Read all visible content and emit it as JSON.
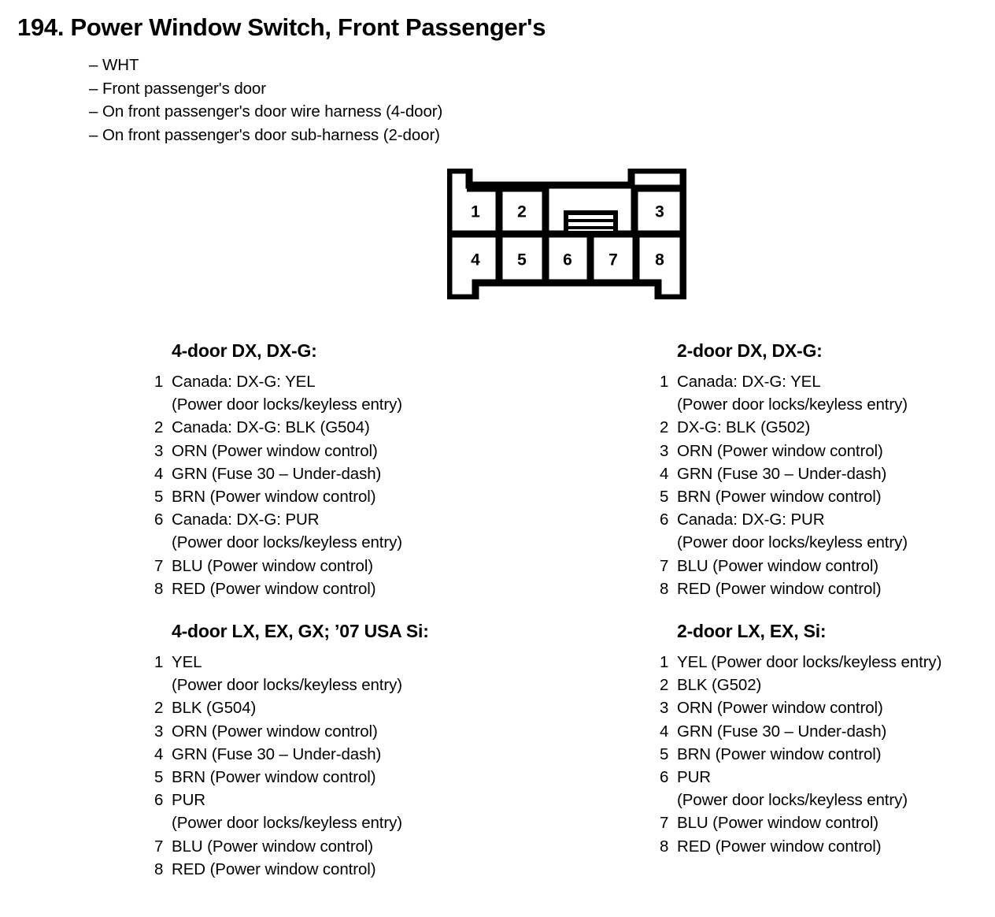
{
  "header": {
    "number": "194.",
    "title": "194. Power Window Switch, Front Passenger's",
    "bullets": [
      "WHT",
      "Front passenger's door",
      "On front passenger's door wire harness (4-door)",
      "On front passenger's door sub-harness (2-door)"
    ],
    "dash": "–"
  },
  "connector": {
    "name": "8-pin connector",
    "top_row": [
      "1",
      "2",
      "3"
    ],
    "bottom_row": [
      "4",
      "5",
      "6",
      "7",
      "8"
    ],
    "latch_label": "center-latch-tab"
  },
  "groups": [
    {
      "id": "4-door-dx",
      "title": "4-door DX, DX-G:",
      "pins": [
        {
          "index": "1",
          "main": "Canada: DX-G: YEL",
          "cont": "(Power door locks/keyless entry)"
        },
        {
          "index": "2",
          "main": "Canada: DX-G: BLK (G504)",
          "cont": ""
        },
        {
          "index": "3",
          "main": "ORN (Power window control)",
          "cont": ""
        },
        {
          "index": "4",
          "main": "GRN (Fuse 30 – Under-dash)",
          "cont": ""
        },
        {
          "index": "5",
          "main": "BRN (Power window control)",
          "cont": ""
        },
        {
          "index": "6",
          "main": "Canada: DX-G: PUR",
          "cont": "(Power door locks/keyless entry)"
        },
        {
          "index": "7",
          "main": "BLU (Power window control)",
          "cont": ""
        },
        {
          "index": "8",
          "main": "RED (Power window control)",
          "cont": ""
        }
      ]
    },
    {
      "id": "2-door-dx",
      "title": "2-door DX, DX-G:",
      "pins": [
        {
          "index": "1",
          "main": "Canada: DX-G: YEL",
          "cont": "(Power door locks/keyless entry)"
        },
        {
          "index": "2",
          "main": "DX-G: BLK (G502)",
          "cont": ""
        },
        {
          "index": "3",
          "main": "ORN (Power window control)",
          "cont": ""
        },
        {
          "index": "4",
          "main": "GRN (Fuse 30 – Under-dash)",
          "cont": ""
        },
        {
          "index": "5",
          "main": "BRN (Power window control)",
          "cont": ""
        },
        {
          "index": "6",
          "main": "Canada: DX-G: PUR",
          "cont": "(Power door locks/keyless entry)"
        },
        {
          "index": "7",
          "main": "BLU (Power window control)",
          "cont": ""
        },
        {
          "index": "8",
          "main": "RED (Power window control)",
          "cont": ""
        }
      ]
    },
    {
      "id": "4-door-lx",
      "title": "4-door LX, EX, GX; ’07 USA Si:",
      "pins": [
        {
          "index": "1",
          "main": "YEL",
          "cont": "(Power door locks/keyless entry)"
        },
        {
          "index": "2",
          "main": "BLK (G504)",
          "cont": ""
        },
        {
          "index": "3",
          "main": "ORN (Power window control)",
          "cont": ""
        },
        {
          "index": "4",
          "main": "GRN (Fuse 30 – Under-dash)",
          "cont": ""
        },
        {
          "index": "5",
          "main": "BRN (Power window control)",
          "cont": ""
        },
        {
          "index": "6",
          "main": "PUR",
          "cont": "(Power door locks/keyless entry)"
        },
        {
          "index": "7",
          "main": "BLU (Power window control)",
          "cont": ""
        },
        {
          "index": "8",
          "main": "RED (Power window control)",
          "cont": ""
        }
      ]
    },
    {
      "id": "2-door-lx",
      "title": "2-door LX, EX, Si:",
      "pins": [
        {
          "index": "1",
          "main": "YEL (Power door locks/keyless entry)",
          "cont": ""
        },
        {
          "index": "2",
          "main": "BLK (G502)",
          "cont": ""
        },
        {
          "index": "3",
          "main": "ORN (Power window control)",
          "cont": ""
        },
        {
          "index": "4",
          "main": "GRN (Fuse 30 – Under-dash)",
          "cont": ""
        },
        {
          "index": "5",
          "main": "BRN (Power window control)",
          "cont": ""
        },
        {
          "index": "6",
          "main": "PUR",
          "cont": "(Power door locks/keyless entry)"
        },
        {
          "index": "7",
          "main": "BLU (Power window control)",
          "cont": ""
        },
        {
          "index": "8",
          "main": "RED (Power window control)",
          "cont": ""
        }
      ]
    }
  ],
  "colors": {
    "ink": "#000000",
    "paper": "#ffffff"
  }
}
